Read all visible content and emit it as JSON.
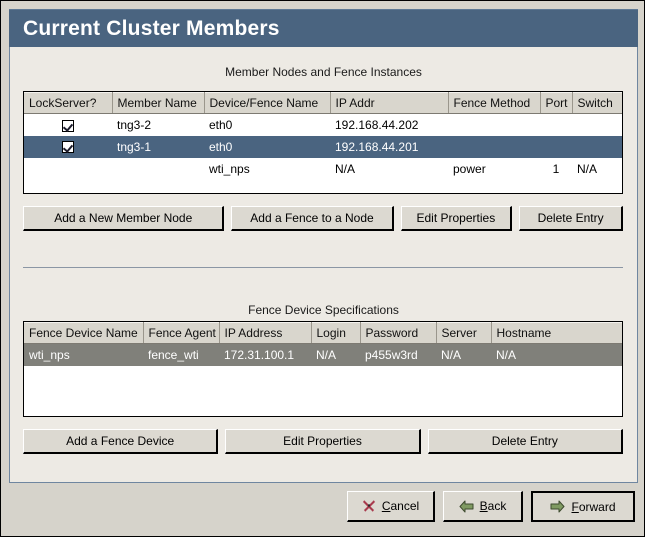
{
  "window": {
    "title": "Current Cluster Members"
  },
  "members_section": {
    "caption": "Member Nodes and Fence Instances",
    "columns": [
      "LockServer?",
      "Member Name",
      "Device/Fence Name",
      "IP Addr",
      "Fence Method",
      "Port",
      "Switch"
    ],
    "rows": [
      {
        "selected": "none",
        "lockserver_checked": true,
        "member_name": "tng3-2",
        "device_fence_name": "eth0",
        "ip_addr": "192.168.44.202",
        "fence_method": "",
        "port": "",
        "switch": ""
      },
      {
        "selected": "active",
        "lockserver_checked": true,
        "member_name": "tng3-1",
        "device_fence_name": "eth0",
        "ip_addr": "192.168.44.201",
        "fence_method": "",
        "port": "",
        "switch": ""
      },
      {
        "selected": "none",
        "lockserver_checked": false,
        "member_name": "",
        "device_fence_name": "wti_nps",
        "ip_addr": "N/A",
        "fence_method": "power",
        "port": "1",
        "switch": "N/A"
      }
    ],
    "buttons": [
      "Add a New Member Node",
      "Add a Fence to a Node",
      "Edit Properties",
      "Delete Entry"
    ]
  },
  "fence_section": {
    "caption": "Fence Device Specifications",
    "columns": [
      "Fence Device Name",
      "Fence Agent",
      "IP Address",
      "Login",
      "Password",
      "Server",
      "Hostname"
    ],
    "rows": [
      {
        "selected": "inactive",
        "fence_device_name": "wti_nps",
        "fence_agent": "fence_wti",
        "ip_address": "172.31.100.1",
        "login": "N/A",
        "password": "p455w3rd",
        "server": "N/A",
        "hostname": "N/A"
      }
    ],
    "buttons": [
      "Add a Fence Device",
      "Edit Properties",
      "Delete Entry"
    ]
  },
  "footer": {
    "cancel": {
      "label_accel": "C",
      "label_rest": "ancel",
      "icon": "cancel-x-icon"
    },
    "back": {
      "label_accel": "B",
      "label_rest": "ack",
      "icon": "arrow-left-icon"
    },
    "forward": {
      "label_accel": "F",
      "label_rest": "orward",
      "icon": "arrow-right-icon",
      "focused": true
    }
  },
  "colors": {
    "titlebar": "#4a6480",
    "selection_active": "#4a6480",
    "selection_inactive": "#80807a",
    "panel_bg": "#edeae4",
    "window_bg": "#d6d3cb",
    "cancel_icon": "#a83a4d",
    "nav_icon": "#7f9a62"
  }
}
